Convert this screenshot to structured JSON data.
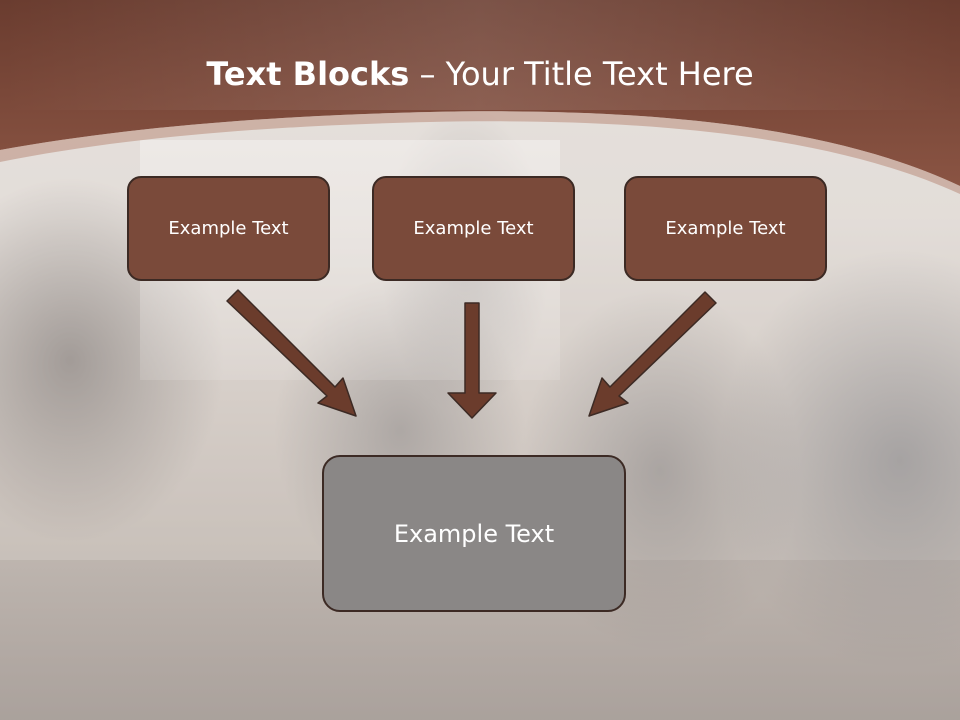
{
  "title": {
    "strong": "Text Blocks",
    "separator": " – ",
    "light": "Your Title Text Here"
  },
  "blocks": [
    {
      "label": "Example Text"
    },
    {
      "label": "Example Text"
    },
    {
      "label": "Example Text"
    }
  ],
  "target": {
    "label": "Example Text"
  },
  "colors": {
    "header": "#7a4535",
    "box_fill": "#7a4a3a",
    "box_border": "#3c2a24",
    "target_fill": "#8a8786",
    "arrow": "#6b3c2c"
  }
}
